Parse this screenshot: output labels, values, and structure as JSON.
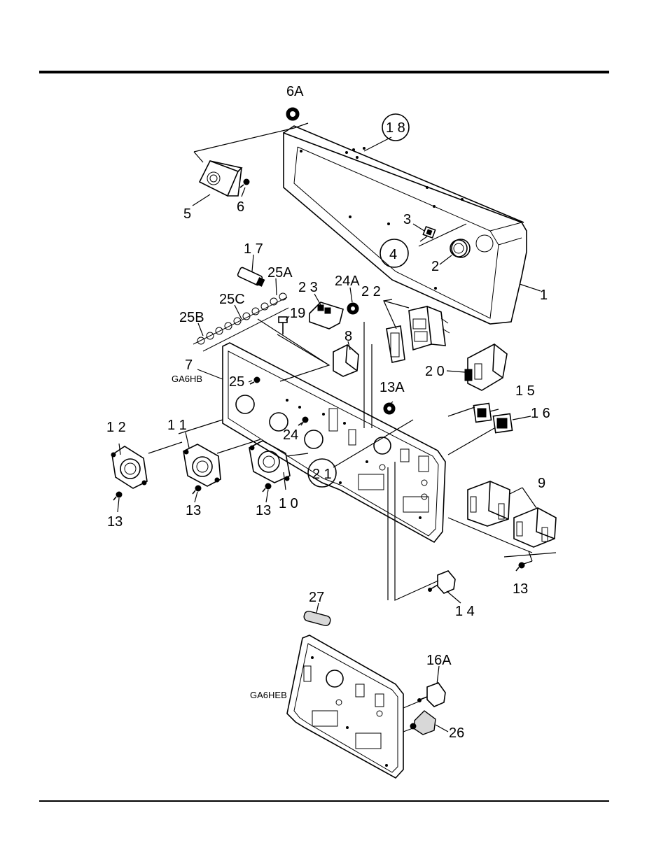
{
  "diagram": {
    "callouts": {
      "c6A": "6A",
      "c18": "1 8",
      "c5": "5",
      "c6": "6",
      "c3": "3",
      "c4": "4",
      "c2": "2",
      "c1": "1",
      "c17": "1 7",
      "c25A": "25A",
      "c25C": "25C",
      "c25B": "25B",
      "c23": "2 3",
      "c24A": "24A",
      "c22": "2 2",
      "c19": "19",
      "c8": "8",
      "c7": "7",
      "c25": "25",
      "c20": "2 0",
      "c13A": "13A",
      "c15": "1 5",
      "c16": "1 6",
      "c12": "1 2",
      "c11": "1 1",
      "c24": "24",
      "c21": "2 1",
      "c13a": "13",
      "c13b": "13",
      "c13c": "13",
      "c10": "1 0",
      "c9": "9",
      "c13d": "13",
      "c14": "1 4",
      "c27": "27",
      "c16A": "16A",
      "c26": "26"
    },
    "model_labels": {
      "front_panel": "GA6HB",
      "alt_panel": "GA6HEB"
    }
  }
}
